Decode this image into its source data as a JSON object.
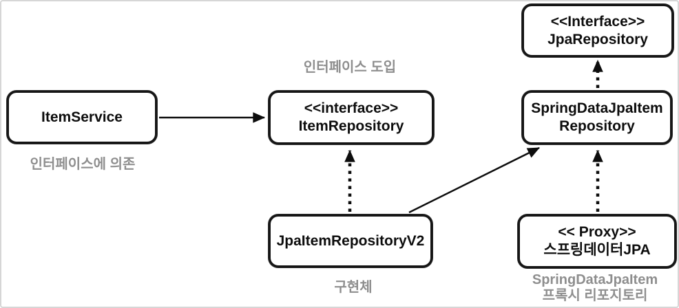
{
  "diagram": {
    "title": "Repository interface introduction diagram",
    "nodes": {
      "item_service": {
        "name": "ItemService"
      },
      "item_repository": {
        "stereotype": "<<interface>>",
        "name": "ItemRepository"
      },
      "jpa_repository": {
        "stereotype": "<<Interface>>",
        "name": "JpaRepository"
      },
      "spring_data_jpa_item_repository": {
        "line1": "SpringDataJpaItem",
        "line2": "Repository"
      },
      "jpa_item_repository_v2": {
        "name": "JpaItemRepositoryV2"
      },
      "spring_data_proxy": {
        "stereotype": "<< Proxy>>",
        "name": "스프링데이터JPA"
      }
    },
    "annotations": {
      "interface_intro": "인터페이스 도입",
      "depends_on_interface": "인터페이스에 의존",
      "implementation": "구현체",
      "proxy_label_line1": "SpringDataJpaItem",
      "proxy_label_line2": "프록시 리포지토리"
    },
    "edges": [
      {
        "from": "ItemService",
        "to": "ItemRepository",
        "style": "solid-arrow"
      },
      {
        "from": "JpaItemRepositoryV2",
        "to": "ItemRepository",
        "style": "dashed-arrow"
      },
      {
        "from": "JpaItemRepositoryV2",
        "to": "SpringDataJpaItemRepository",
        "style": "solid-arrow"
      },
      {
        "from": "SpringDataJpaItemRepository",
        "to": "JpaRepository",
        "style": "dashed-arrow"
      },
      {
        "from": "스프링데이터JPA proxy",
        "to": "SpringDataJpaItemRepository",
        "style": "dashed-arrow"
      }
    ],
    "colors": {
      "box_border": "#151515",
      "box_fill": "#ffffff",
      "annotation_gray": "#8e8e8e",
      "frame_border": "#d6d6d6"
    }
  }
}
